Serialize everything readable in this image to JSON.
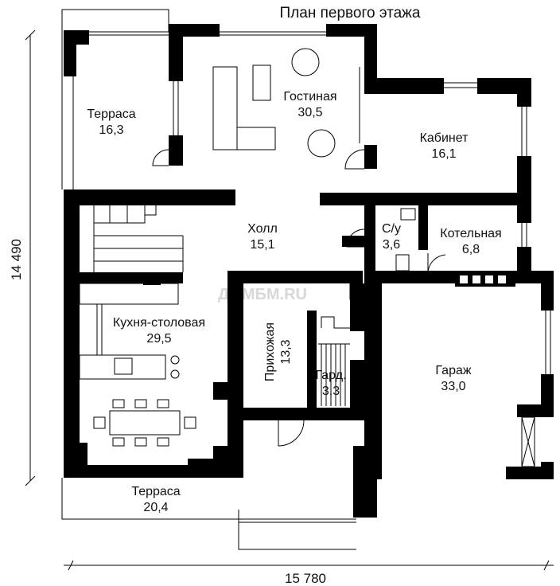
{
  "title": "План первого этажа",
  "watermark": "ДОМБМ.RU",
  "dimensions": {
    "width": "15 780",
    "height": "14 490"
  },
  "rooms": {
    "terrace_top": {
      "name": "Терраса",
      "area": "16,3"
    },
    "living": {
      "name": "Гостиная",
      "area": "30,5"
    },
    "office": {
      "name": "Кабинет",
      "area": "16,1"
    },
    "hall": {
      "name": "Холл",
      "area": "15,1"
    },
    "wc": {
      "name": "С/у",
      "area": "3,6"
    },
    "boiler": {
      "name": "Котельная",
      "area": "6,8"
    },
    "kitchen": {
      "name": "Кухня-столовая",
      "area": "29,5"
    },
    "entrance": {
      "name": "Прихожая",
      "area": "13,3"
    },
    "wardrobe": {
      "name": "Гард.",
      "area": "3,3"
    },
    "garage": {
      "name": "Гараж",
      "area": "33,0"
    },
    "terrace_bottom": {
      "name": "Терраса",
      "area": "20,4"
    }
  }
}
